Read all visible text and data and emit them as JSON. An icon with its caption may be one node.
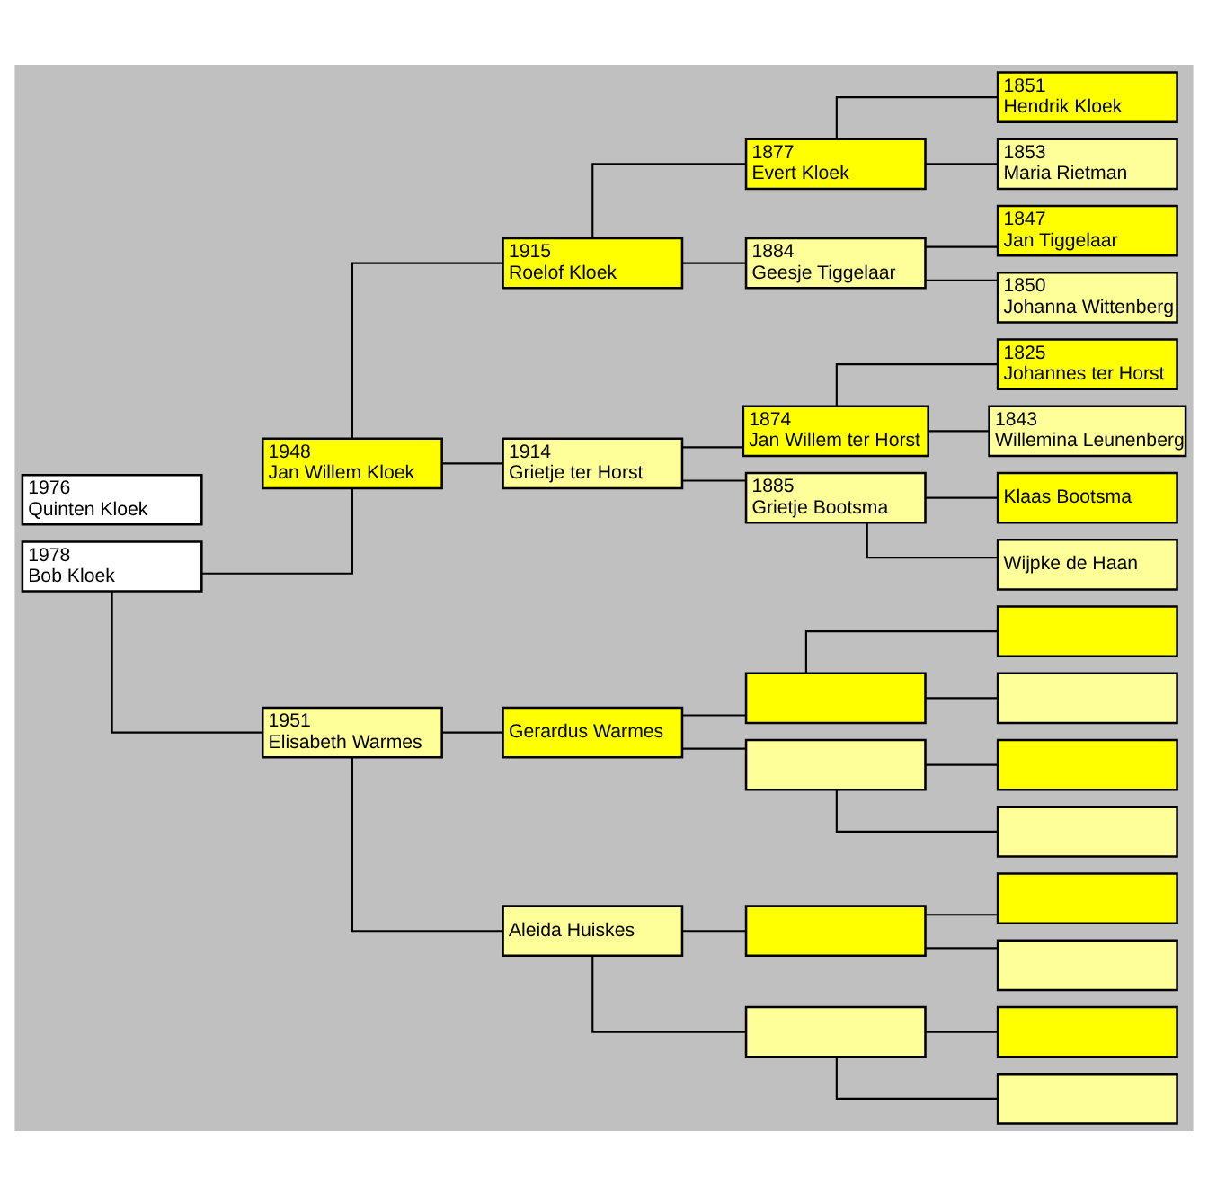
{
  "diagram": {
    "nodes": [
      {
        "text": [
          "1976",
          "Quinten Kloek"
        ]
      },
      {
        "text": [
          "1978",
          "Bob Kloek"
        ]
      },
      {
        "text": [
          "1948",
          "Jan Willem Kloek"
        ]
      },
      {
        "text": [
          "1951",
          "Elisabeth Warmes"
        ]
      },
      {
        "text": [
          "1915",
          "Roelof Kloek"
        ]
      },
      {
        "text": [
          "1914",
          "Grietje ter Horst"
        ]
      },
      {
        "text": [
          "Gerardus Warmes"
        ]
      },
      {
        "text": [
          "Aleida Huiskes"
        ]
      },
      {
        "text": [
          "1877",
          "Evert Kloek"
        ]
      },
      {
        "text": [
          "1884",
          "Geesje Tiggelaar"
        ]
      },
      {
        "text": [
          "1874",
          "Jan Willem ter Horst"
        ]
      },
      {
        "text": [
          "1885",
          "Grietje Bootsma"
        ]
      },
      {
        "text": [],
        "shape": "box"
      },
      {
        "text": [],
        "shape": "box"
      },
      {
        "text": [],
        "shape": "box"
      },
      {
        "text": [],
        "shape": "box"
      },
      {
        "text": [
          "1851",
          "Hendrik Kloek"
        ]
      },
      {
        "text": [
          "1853",
          "Maria Rietman"
        ]
      },
      {
        "text": [
          "1847",
          "Jan Tiggelaar"
        ]
      },
      {
        "text": [
          "1850",
          "Johanna Wittenberg"
        ]
      },
      {
        "text": [
          "1825",
          "Johannes ter Horst"
        ]
      },
      {
        "text": [
          "1843",
          "Willemina Leunenberg"
        ]
      },
      {
        "text": [
          "Klaas Bootsma"
        ]
      },
      {
        "text": [
          "Wijpke de Haan"
        ]
      },
      {
        "text": [],
        "shape": "box"
      },
      {
        "text": [],
        "shape": "box"
      },
      {
        "text": [],
        "shape": "box"
      },
      {
        "text": [],
        "shape": "box"
      },
      {
        "text": [],
        "shape": "box"
      },
      {
        "text": [],
        "shape": "box"
      },
      {
        "text": [],
        "shape": "box"
      },
      {
        "text": [],
        "shape": "box"
      }
    ],
    "edges": [
      {
        "from": 1,
        "to": 2,
        "arrow": "none"
      },
      {
        "from": 1,
        "to": 3,
        "arrow": "none"
      },
      {
        "from": 2,
        "to": 4,
        "arrow": "none"
      },
      {
        "from": 2,
        "to": 5,
        "arrow": "none"
      },
      {
        "from": 3,
        "to": 6,
        "arrow": "none"
      },
      {
        "from": 3,
        "to": 7,
        "arrow": "none"
      },
      {
        "from": 4,
        "to": 8,
        "arrow": "none"
      },
      {
        "from": 4,
        "to": 9,
        "arrow": "none"
      },
      {
        "from": 5,
        "to": 10,
        "arrow": "none"
      },
      {
        "from": 5,
        "to": 11,
        "arrow": "none"
      },
      {
        "from": 6,
        "to": 12,
        "arrow": "none"
      },
      {
        "from": 6,
        "to": 13,
        "arrow": "none"
      },
      {
        "from": 7,
        "to": 14,
        "arrow": "none"
      },
      {
        "from": 7,
        "to": 15,
        "arrow": "none"
      },
      {
        "from": 8,
        "to": 16,
        "arrow": "none"
      },
      {
        "from": 8,
        "to": 17,
        "arrow": "none"
      },
      {
        "from": 9,
        "to": 18,
        "arrow": "none"
      },
      {
        "from": 9,
        "to": 19,
        "arrow": "none"
      },
      {
        "from": 10,
        "to": 20,
        "arrow": "none"
      },
      {
        "from": 10,
        "to": 21,
        "arrow": "none"
      },
      {
        "from": 11,
        "to": 22,
        "arrow": "none"
      },
      {
        "from": 11,
        "to": 23,
        "arrow": "none"
      },
      {
        "from": 12,
        "to": 24,
        "arrow": "none"
      },
      {
        "from": 12,
        "to": 25,
        "arrow": "none"
      },
      {
        "from": 13,
        "to": 26,
        "arrow": "none"
      },
      {
        "from": 13,
        "to": 27,
        "arrow": "none"
      },
      {
        "from": 14,
        "to": 28,
        "arrow": "none"
      },
      {
        "from": 14,
        "to": 29,
        "arrow": "none"
      },
      {
        "from": 15,
        "to": 30,
        "arrow": "none"
      },
      {
        "from": 15,
        "to": 31,
        "arrow": "none"
      }
    ]
  }
}
